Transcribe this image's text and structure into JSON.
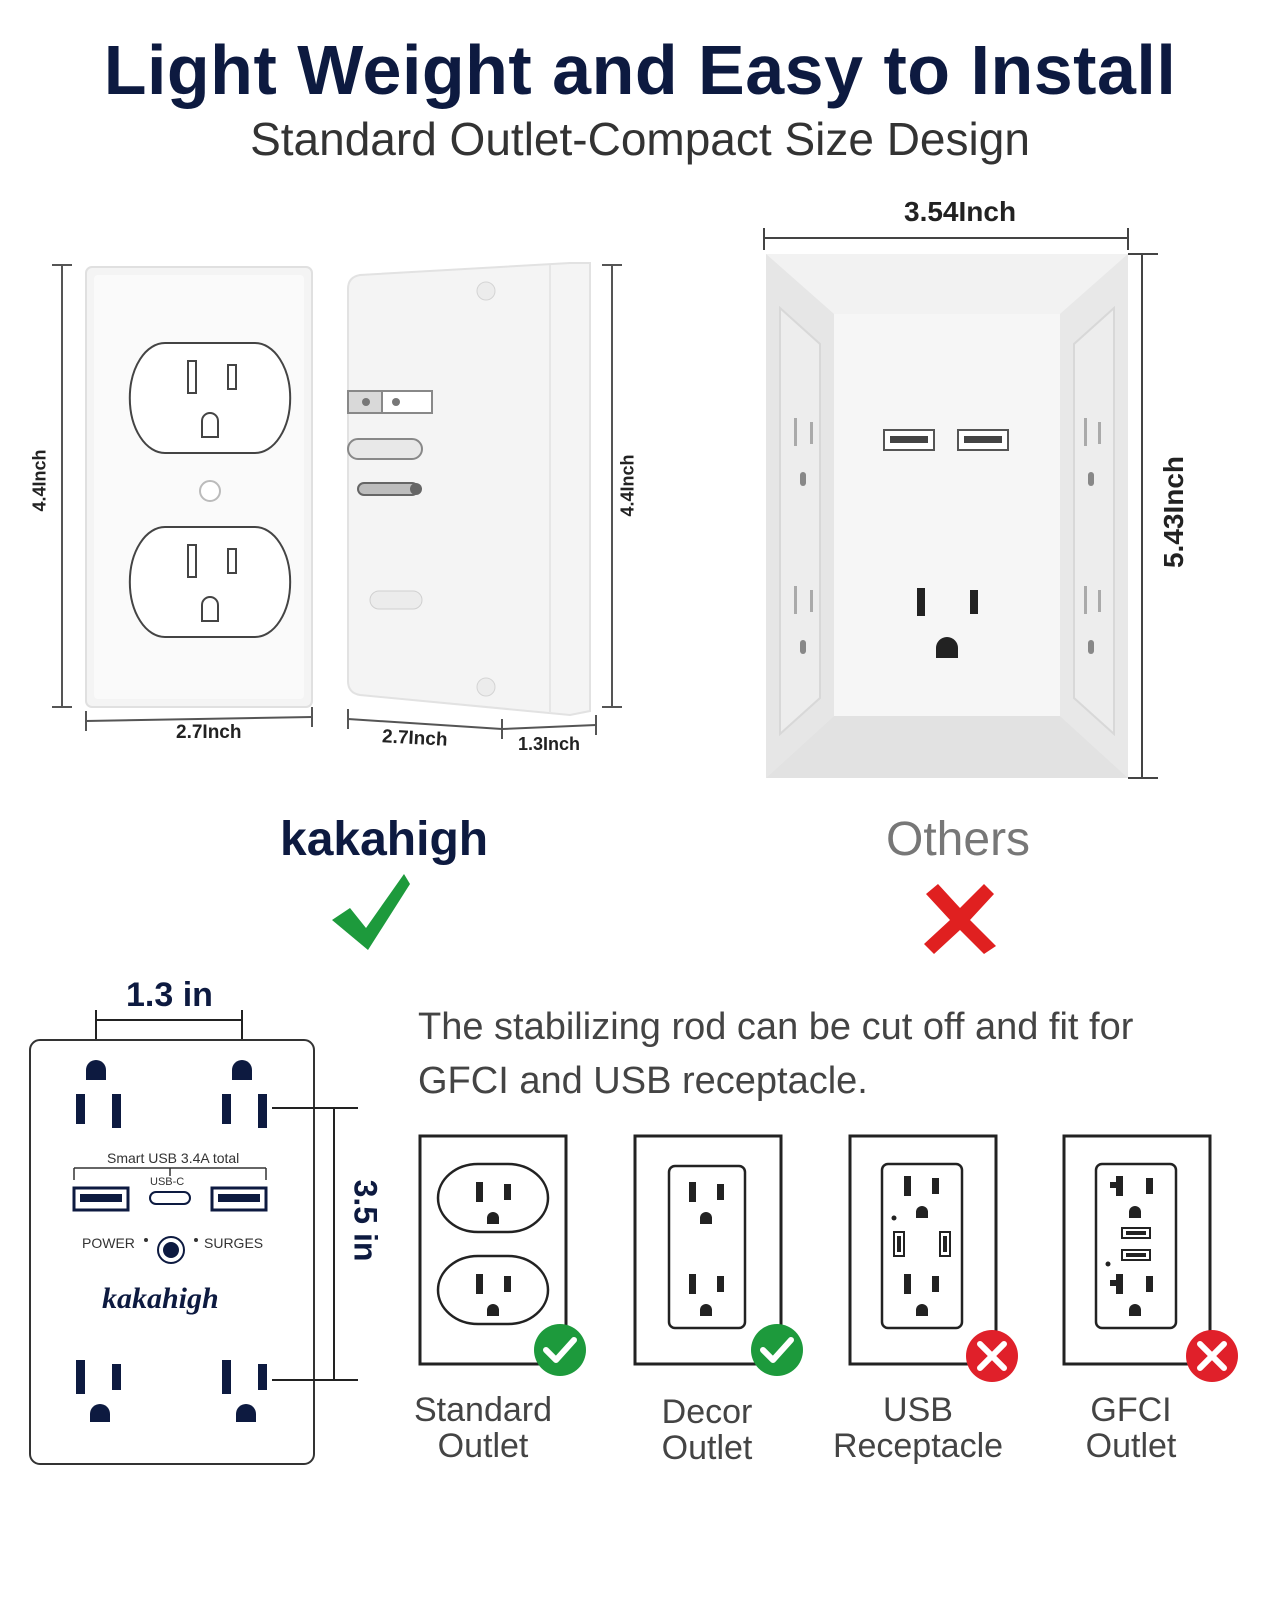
{
  "header": {
    "title": "Light Weight and Easy to Install",
    "subtitle": "Standard Outlet-Compact Size Design"
  },
  "dimensions": {
    "front_height": "4.4Inch",
    "front_width": "2.7Inch",
    "side_width": "2.7Inch",
    "side_depth": "1.3Inch",
    "side_height": "4.4Inch",
    "others_width": "3.54Inch",
    "others_height": "5.43Inch"
  },
  "comparison": {
    "brand": "kakahigh",
    "others": "Others"
  },
  "diagram": {
    "spacing_top": "1.3 in",
    "spacing_side": "3.5 in",
    "usb_text": "Smart USB 3.4A total",
    "usbc_text": "USB-C",
    "power_text": "POWER",
    "surges_text": "SURGES",
    "brand_logo": "kakahigh"
  },
  "compatibility": {
    "description": "The stabilizing rod can be cut off and fit for GFCI and USB receptacle.",
    "items": [
      {
        "line1": "Standard",
        "line2": "Outlet",
        "status": "yes"
      },
      {
        "line1": "Decor",
        "line2": "Outlet",
        "status": "yes"
      },
      {
        "line1": "USB",
        "line2": "Receptacle",
        "status": "no"
      },
      {
        "line1": "GFCI",
        "line2": "Outlet",
        "status": "no"
      }
    ]
  },
  "colors": {
    "navy": "#0d1a40",
    "check_green": "#1d9a3c",
    "cross_red": "#e02020"
  }
}
